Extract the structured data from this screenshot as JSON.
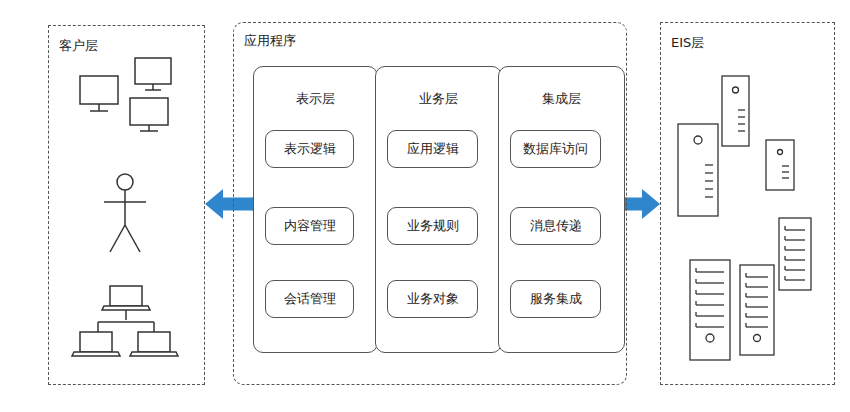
{
  "diagram": {
    "nodes": [
      {
        "text": [
          "客户层"
        ]
      },
      {
        "text": [
          "应用程序"
        ]
      },
      {
        "text": [
          "表示层"
        ],
        "in": 1
      },
      {
        "text": [
          "表示逻辑"
        ],
        "in": 2
      },
      {
        "text": [
          "内容管理"
        ],
        "in": 2
      },
      {
        "text": [
          "会话管理"
        ],
        "in": 2
      },
      {
        "text": [
          "业务层"
        ],
        "in": 1
      },
      {
        "text": [
          "应用逻辑"
        ],
        "in": 6
      },
      {
        "text": [
          "业务规则"
        ],
        "in": 6
      },
      {
        "text": [
          "业务对象"
        ],
        "in": 6
      },
      {
        "text": [
          "集成层"
        ],
        "in": 1
      },
      {
        "text": [
          "数据库访问"
        ],
        "in": 10
      },
      {
        "text": [
          "消息传递"
        ],
        "in": 10
      },
      {
        "text": [
          "服务集成"
        ],
        "in": 10
      },
      {
        "text": [
          "EIS层"
        ]
      }
    ],
    "edges": [
      {
        "from": 2,
        "to": 0,
        "arrow": "to"
      },
      {
        "from": 2,
        "to": 6,
        "arrow": "none"
      },
      {
        "from": 6,
        "to": 10,
        "arrow": "none"
      },
      {
        "from": 10,
        "to": 14,
        "arrow": "to"
      }
    ]
  }
}
